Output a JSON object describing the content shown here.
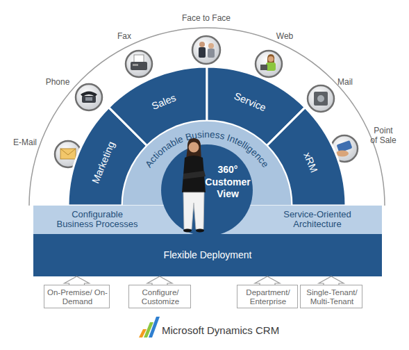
{
  "diagram": {
    "nodes": [
      {
        "text": [
          "Marketing"
        ]
      },
      {
        "text": [
          "Sales"
        ]
      },
      {
        "text": [
          "Service"
        ]
      },
      {
        "text": [
          "xRM"
        ]
      },
      {
        "text": [
          "Actionable Business Intelligence"
        ]
      },
      {
        "text": [
          "360° Customer View"
        ]
      },
      {
        "text": [
          "Configurable Business Processes",
          "Service-Oriented Architecture"
        ]
      },
      {
        "text": [
          "Flexible Deployment"
        ]
      },
      {
        "text": [
          "On-Premise/ On-Demand"
        ]
      },
      {
        "text": [
          "Configure/ Customize"
        ]
      },
      {
        "text": [
          "Department/ Enterprise"
        ]
      },
      {
        "text": [
          "Single-Tenant/ Multi-Tenant"
        ]
      }
    ],
    "edges": [
      {
        "from": 8,
        "to": 7,
        "arrow": "to"
      },
      {
        "from": 9,
        "to": 7,
        "arrow": "to"
      },
      {
        "from": 10,
        "to": 7,
        "arrow": "to"
      },
      {
        "from": 11,
        "to": 7,
        "arrow": "to"
      }
    ],
    "labels": [
      "E-Mail",
      "Phone",
      "Fax",
      "Face to Face",
      "Web",
      "Mail",
      "Point of Sale",
      "Microsoft Dynamics CRM"
    ]
  }
}
